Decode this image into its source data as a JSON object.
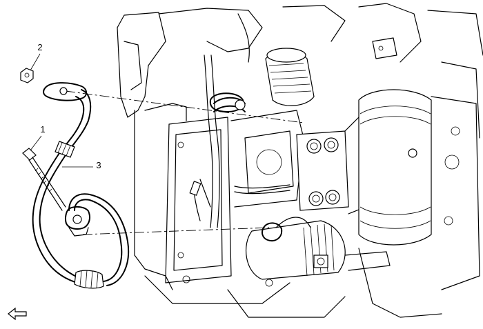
{
  "callouts": [
    {
      "id": "1",
      "label": "1"
    },
    {
      "id": "2",
      "label": "2"
    },
    {
      "id": "3",
      "label": "3"
    }
  ],
  "view_arrow": "front-direction-arrow-icon"
}
